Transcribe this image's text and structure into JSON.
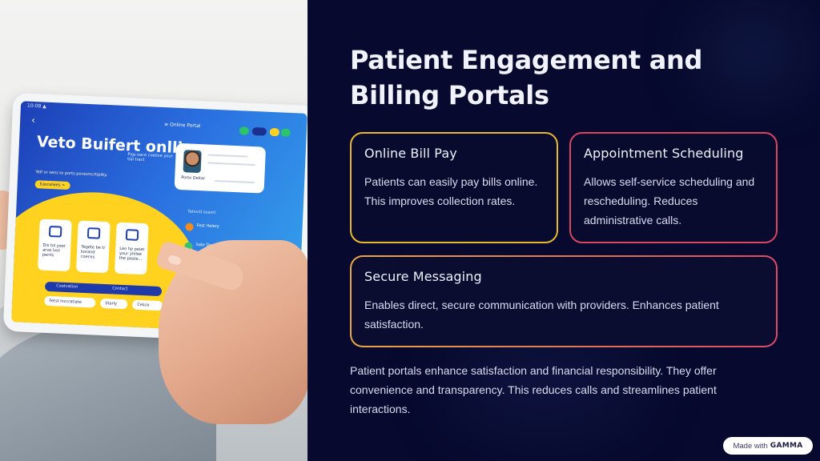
{
  "slide": {
    "title": "Patient Engagement and Billing Portals",
    "cards": [
      {
        "heading": "Online Bill Pay",
        "body": "Patients can easily pay bills online. This improves collection rates.",
        "border_color": "#e8b830"
      },
      {
        "heading": "Appointment Scheduling",
        "body": "Allows self-service scheduling and rescheduling. Reduces administrative calls.",
        "border_color": "#d9445e"
      },
      {
        "heading": "Secure Messaging",
        "body": "Enables direct, secure communication with providers. Enhances patient satisfaction.",
        "border_color": "#e07a55"
      }
    ],
    "summary": "Patient portals enhance satisfaction and financial responsibility. They offer convenience and transparency. This reduces calls and streamlines patient interactions."
  },
  "badge": {
    "prefix": "Made with",
    "brand": "GAMMA"
  },
  "photo": {
    "status": "10:08 ▲",
    "back_icon": "chevron-left-icon",
    "portal_title": "≡ Online Portal",
    "hero_title": "Veto Buifert onlline",
    "hero_note": "Pigs oace cvetive your tial tract",
    "hero_sub": "Yeif or sens to ports porsomcrtiplity.",
    "hero_button": "Eascalwes >",
    "profile_name": "Porto Deitar",
    "features": [
      {
        "text": "Dis tol yeer arve lvol perits"
      },
      {
        "text": "Tegete be tr korand coeces"
      },
      {
        "text": "Leo hp peiet your yhllee the peste..."
      }
    ],
    "notifications_header": "Tatovid esamt",
    "notifications": [
      {
        "title": "Fest Helery",
        "color": "#f28c1e"
      },
      {
        "title": "Sabr Dosd",
        "color": "#38c172"
      }
    ],
    "bar_items": [
      "Coetvation",
      "Contact"
    ],
    "pills": [
      "Fetst lnccratiate",
      "Starly",
      "Cesce"
    ],
    "accent_yellow": "#ffd21f",
    "screen_blue": "#1d3fb6"
  },
  "colors": {
    "background": "#070a2e",
    "title": "#f1f2fb",
    "body": "#d9dcf0"
  }
}
